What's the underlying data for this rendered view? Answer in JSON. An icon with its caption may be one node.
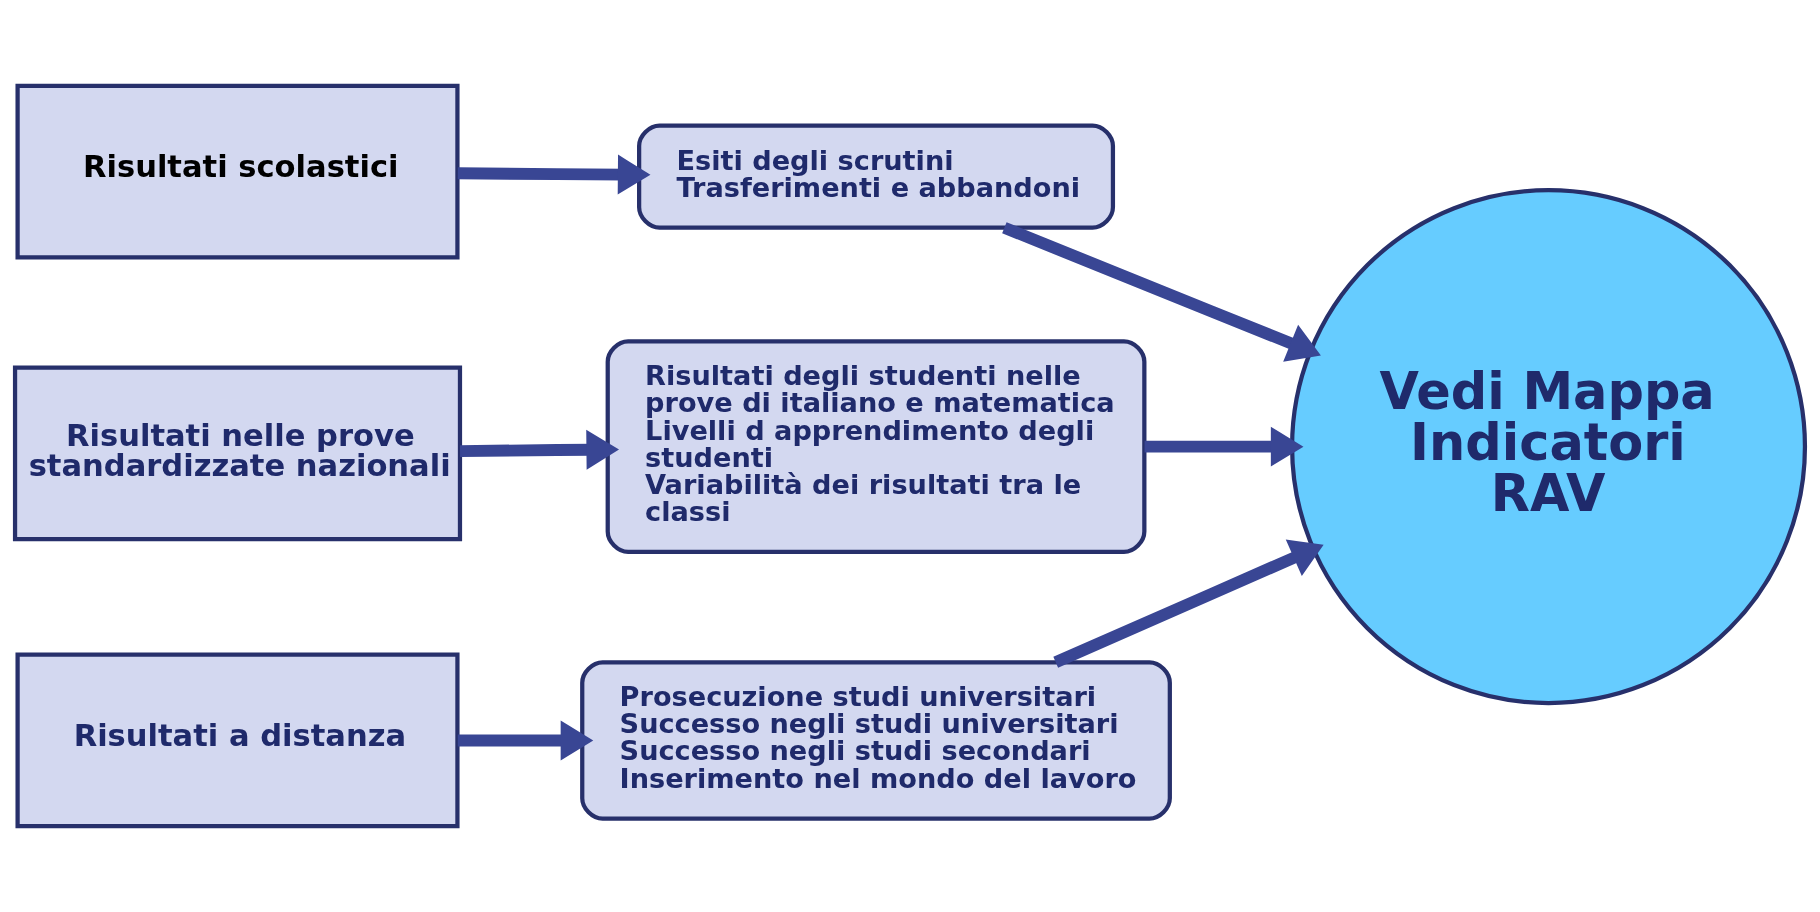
{
  "diagram": {
    "nodes": [
      {
        "text": [
          "Risultati scolastici"
        ]
      },
      {
        "text": [
          "Esiti degli scrutini",
          "Trasferimenti e abbandoni"
        ]
      },
      {
        "text": [
          "Risultati nelle prove standardizzate nazionali"
        ]
      },
      {
        "text": [
          "Risultati degli studenti nelle prove di italiano e matematica",
          "Livelli d apprendimento degli studenti",
          "Variabilità dei risultati tra le classi"
        ]
      },
      {
        "text": [
          "Risultati a distanza"
        ]
      },
      {
        "text": [
          "Prosecuzione studi universitari",
          "Successo negli studi universitari",
          "Successo negli studi secondari",
          "Inserimento nel mondo del lavoro"
        ]
      },
      {
        "text": [
          "Vedi Mappa Indicatori RAV"
        ]
      }
    ],
    "edges": [
      {
        "from": 0,
        "to": 1,
        "arrow": "to"
      },
      {
        "from": 2,
        "to": 3,
        "arrow": "to"
      },
      {
        "from": 4,
        "to": 5,
        "arrow": "to"
      },
      {
        "from": 1,
        "to": 6,
        "arrow": "to"
      },
      {
        "from": 3,
        "to": 6,
        "arrow": "to"
      },
      {
        "from": 5,
        "to": 6,
        "arrow": "to"
      }
    ]
  }
}
